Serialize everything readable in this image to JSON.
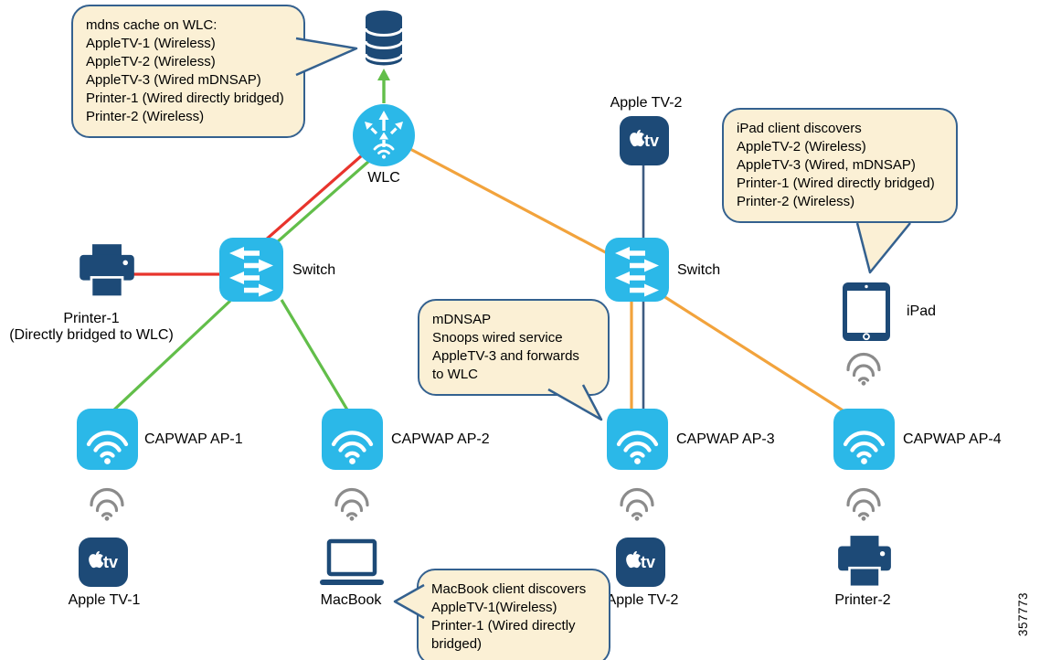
{
  "figure_number": "357773",
  "colors": {
    "cisco_blue": "#2BB8E8",
    "navy": "#1D4A77",
    "callout_fill": "#FBF0D5",
    "callout_border": "#34618F",
    "link_green": "#62BE4A",
    "link_red": "#E8342C",
    "link_orange": "#F2A33C",
    "link_navy": "#3E5C82",
    "wifi_gray": "#8B8B8B"
  },
  "callouts": {
    "mdns_cache": {
      "lines": [
        "mdns cache on WLC:",
        "AppleTV-1 (Wireless)",
        "AppleTV-2 (Wireless)",
        "AppleTV-3 (Wired mDNSAP)",
        "Printer-1 (Wired directly bridged)",
        "Printer-2 (Wireless)"
      ]
    },
    "ipad_discovers": {
      "lines": [
        "iPad client discovers",
        "AppleTV-2 (Wireless)",
        "AppleTV-3 (Wired, mDNSAP)",
        "Printer-1 (Wired directly bridged)",
        "Printer-2 (Wireless)"
      ]
    },
    "mdnsap": {
      "lines": [
        "mDNSAP",
        "Snoops wired service",
        "AppleTV-3 and forwards",
        "to WLC"
      ]
    },
    "macbook_discovers": {
      "lines": [
        "MacBook client discovers",
        "AppleTV-1(Wireless)",
        "Printer-1 (Wired directly",
        "bridged)"
      ]
    }
  },
  "labels": {
    "wlc": "WLC",
    "switch_left": "Switch",
    "switch_right": "Switch",
    "printer1": "Printer-1",
    "printer1_sub": "(Directly bridged to WLC)",
    "apple_tv2_top": "Apple TV-2",
    "ipad": "iPad",
    "ap1": "CAPWAP AP-1",
    "ap2": "CAPWAP AP-2",
    "ap3": "CAPWAP AP-3",
    "ap4": "CAPWAP AP-4",
    "apple_tv1": "Apple TV-1",
    "macbook": "MacBook",
    "apple_tv2_bottom": "Apple TV-2",
    "printer2": "Printer-2"
  },
  "icons": {
    "apple_tv_text": "tv"
  }
}
